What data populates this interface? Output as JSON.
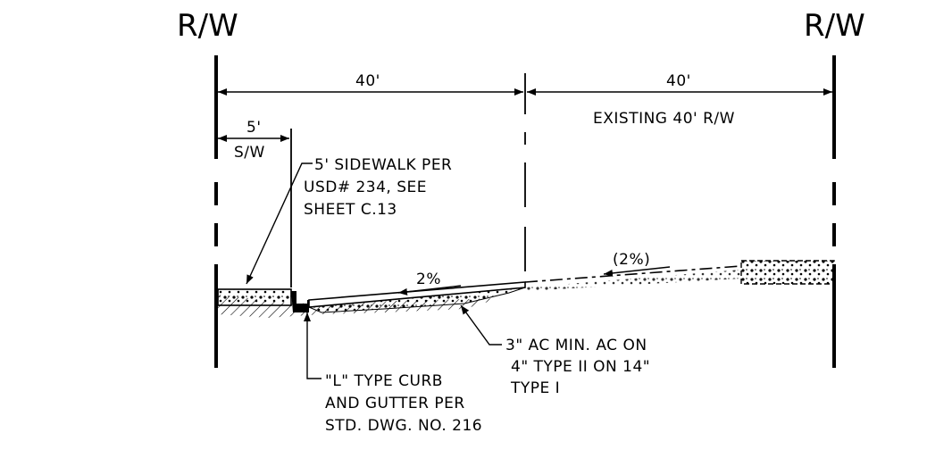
{
  "rw_left": "R/W",
  "rw_right": "R/W",
  "dim_left_width": "40'",
  "dim_right_width": "40'",
  "existing_rw": "EXISTING 40' R/W",
  "sidewalk_width": "5'",
  "sidewalk_abbrev": "S/W",
  "sidewalk_note": [
    "5' SIDEWALK PER",
    "USD# 234, SEE",
    "SHEET C.13"
  ],
  "slope_new": "2%",
  "slope_existing": "(2%)",
  "pavement_note": [
    "3\" AC MIN. AC ON",
    "4\" TYPE II ON 14\"",
    "TYPE I"
  ],
  "curb_note": [
    "\"L\" TYPE CURB",
    "AND GUTTER PER",
    "STD. DWG. NO. 216"
  ],
  "colors": {
    "line": "#000000",
    "background": "#ffffff"
  }
}
